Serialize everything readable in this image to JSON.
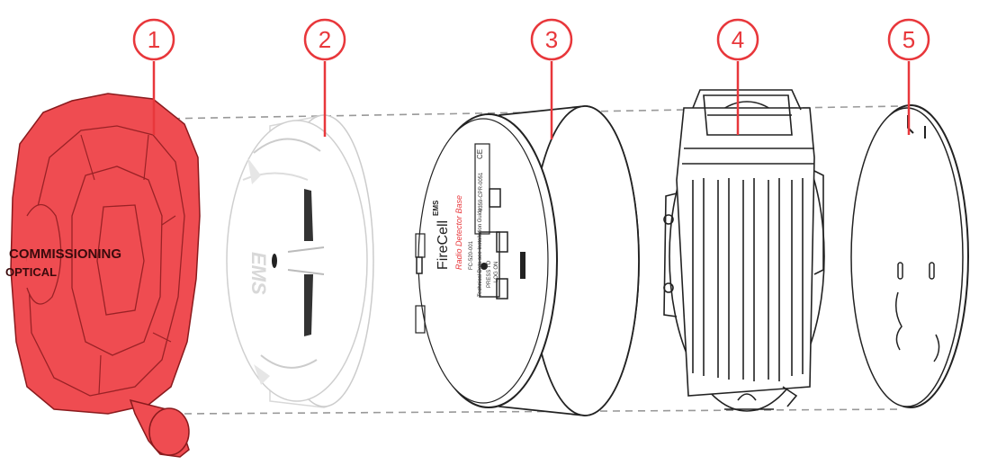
{
  "callouts": [
    {
      "number": "1"
    },
    {
      "number": "2"
    },
    {
      "number": "3"
    },
    {
      "number": "4"
    },
    {
      "number": "5"
    }
  ],
  "cap": {
    "line1": "COMMISSIONING",
    "line2": "OPTICAL"
  },
  "detector": {
    "logo": "EMS"
  },
  "base": {
    "brand": "EMS",
    "product": "FireCell",
    "subtitle": "Radio Detector Base",
    "code": "FC-520-001",
    "approval": "0359-CPR-0051",
    "press_label": "PRESS TO",
    "press_label2": "LOG ON",
    "guide": "Technical Data see Installation Guide",
    "ce": "CE"
  },
  "colors": {
    "accent": "#e8373b",
    "cap_fill": "#ef4c51",
    "line": "#222222"
  }
}
